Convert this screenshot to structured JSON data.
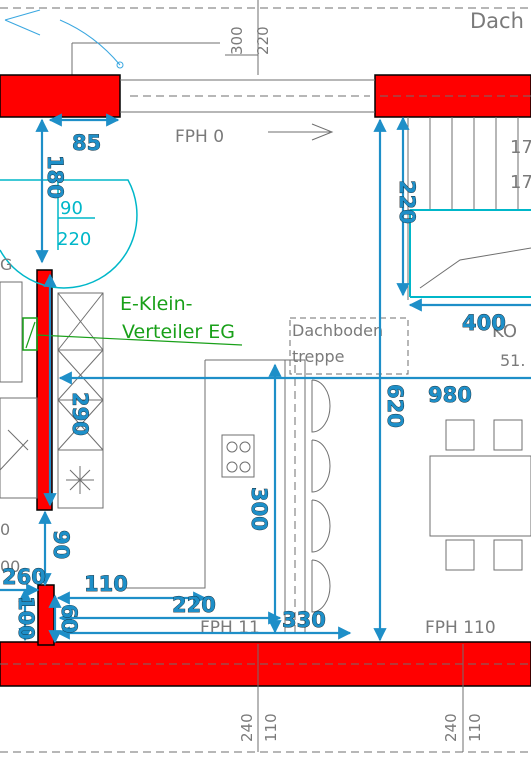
{
  "labels": {
    "dach": "Dach",
    "fph0": "FPH 0",
    "fph110_left": "FPH 11",
    "fph110_right": "FPH 110",
    "e_klein_1": "E-Klein-",
    "e_klein_2": "Verteiler EG",
    "dachboden_1": "Dachboden",
    "dachboden_2": "treppe",
    "g": "G",
    "ko": "KO",
    "area": "51.",
    "stair_17a": "17",
    "stair_17b": "17",
    "door_90": "90",
    "door_220": "220"
  },
  "top_marks": {
    "v300": "300",
    "v220": "220"
  },
  "bottom_marks": {
    "a240": "240",
    "a110": "110",
    "b240": "240",
    "b110": "110"
  },
  "left_marks": {
    "v0": "0",
    "v00": "00"
  },
  "dimensions": {
    "d85": "85",
    "d180": "180",
    "d220": "220",
    "d400": "400",
    "d620": "620",
    "d980": "980",
    "d290": "290",
    "d300": "300",
    "d90": "90",
    "d260": "260",
    "d110": "110",
    "d100": "100",
    "d60": "60",
    "d220b": "220",
    "d330": "330"
  },
  "colors": {
    "wall": "#ff0000",
    "dimension": "#1e8fc8",
    "annotation": "#19a019",
    "door": "#00b7c9",
    "line": "#6f6f6f"
  }
}
